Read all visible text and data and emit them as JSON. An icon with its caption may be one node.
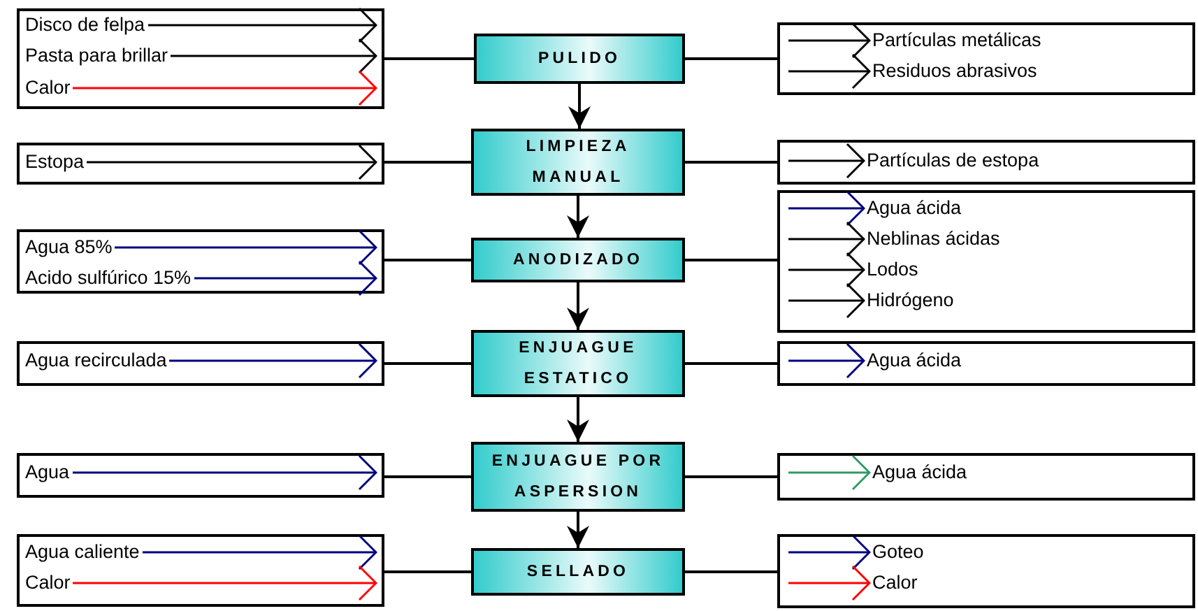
{
  "diagram": {
    "nodes": [
      {
        "text": [],
        "shape": "box"
      },
      {
        "text": [
          "Disco de felpa"
        ],
        "in": 0
      },
      {
        "text": [
          "Pasta para brillar"
        ],
        "in": 0
      },
      {
        "text": [
          "Calor"
        ],
        "in": 0
      },
      {
        "text": [
          "PULIDO"
        ]
      },
      {
        "text": [],
        "shape": "box"
      },
      {
        "text": [
          "Partículas metálicas"
        ],
        "in": 5
      },
      {
        "text": [
          "Residuos abrasivos"
        ],
        "in": 5
      },
      {
        "text": [],
        "shape": "box"
      },
      {
        "text": [
          "Estopa"
        ],
        "in": 8
      },
      {
        "text": [
          "LIMPIEZA MANUAL"
        ]
      },
      {
        "text": [],
        "shape": "box"
      },
      {
        "text": [
          "Partículas de estopa"
        ],
        "in": 11
      },
      {
        "text": [],
        "shape": "box"
      },
      {
        "text": [
          "Agua 85%"
        ],
        "in": 13
      },
      {
        "text": [
          "Acido sulfúrico 15%"
        ],
        "in": 13
      },
      {
        "text": [
          "ANODIZADO"
        ]
      },
      {
        "text": [],
        "shape": "box"
      },
      {
        "text": [
          "Agua ácida"
        ],
        "in": 17
      },
      {
        "text": [
          "Neblinas ácidas"
        ],
        "in": 17
      },
      {
        "text": [
          "Lodos"
        ],
        "in": 17
      },
      {
        "text": [
          "Hidrógeno"
        ],
        "in": 17
      },
      {
        "text": [],
        "shape": "box"
      },
      {
        "text": [
          "Agua recirculada"
        ],
        "in": 22
      },
      {
        "text": [
          "ENJUAGUE ESTATICO"
        ]
      },
      {
        "text": [],
        "shape": "box"
      },
      {
        "text": [
          "Agua ácida"
        ],
        "in": 25
      },
      {
        "text": [],
        "shape": "box"
      },
      {
        "text": [
          "Agua"
        ],
        "in": 27
      },
      {
        "text": [
          "ENJUAGUE POR ASPERSION"
        ]
      },
      {
        "text": [],
        "shape": "box"
      },
      {
        "text": [
          "Agua ácida"
        ],
        "in": 30
      },
      {
        "text": [],
        "shape": "box"
      },
      {
        "text": [
          "Agua caliente"
        ],
        "in": 32
      },
      {
        "text": [
          "Calor"
        ],
        "in": 32
      },
      {
        "text": [
          "SELLADO"
        ]
      },
      {
        "text": [],
        "shape": "box"
      },
      {
        "text": [
          "Goteo"
        ],
        "in": 36
      },
      {
        "text": [
          "Calor"
        ],
        "in": 36
      }
    ],
    "edges": [
      {
        "from": 1,
        "to": null,
        "arrow": "to"
      },
      {
        "from": 2,
        "to": null,
        "arrow": "to"
      },
      {
        "from": 3,
        "to": null,
        "arrow": "to",
        "color": "#ff0000"
      },
      {
        "from": 0,
        "to": 4,
        "arrow": "none"
      },
      {
        "from": 4,
        "to": 5,
        "arrow": "none"
      },
      {
        "from": null,
        "to": 6,
        "arrow": "to"
      },
      {
        "from": null,
        "to": 7,
        "arrow": "to"
      },
      {
        "from": 4,
        "to": 10,
        "arrow": "to"
      },
      {
        "from": 9,
        "to": null,
        "arrow": "to"
      },
      {
        "from": 8,
        "to": 10,
        "arrow": "none"
      },
      {
        "from": 10,
        "to": 11,
        "arrow": "none"
      },
      {
        "from": null,
        "to": 12,
        "arrow": "to"
      },
      {
        "from": 10,
        "to": 16,
        "arrow": "to"
      },
      {
        "from": 14,
        "to": null,
        "arrow": "to",
        "color": "#000080"
      },
      {
        "from": 15,
        "to": null,
        "arrow": "to",
        "color": "#000080"
      },
      {
        "from": 13,
        "to": 16,
        "arrow": "none"
      },
      {
        "from": 16,
        "to": 17,
        "arrow": "none"
      },
      {
        "from": null,
        "to": 18,
        "arrow": "to",
        "color": "#000080"
      },
      {
        "from": null,
        "to": 19,
        "arrow": "to"
      },
      {
        "from": null,
        "to": 20,
        "arrow": "to"
      },
      {
        "from": null,
        "to": 21,
        "arrow": "to"
      },
      {
        "from": 16,
        "to": 24,
        "arrow": "to"
      },
      {
        "from": 23,
        "to": null,
        "arrow": "to",
        "color": "#000080"
      },
      {
        "from": 22,
        "to": 24,
        "arrow": "none"
      },
      {
        "from": 24,
        "to": 25,
        "arrow": "none"
      },
      {
        "from": null,
        "to": 26,
        "arrow": "to",
        "color": "#000080"
      },
      {
        "from": 24,
        "to": 29,
        "arrow": "to"
      },
      {
        "from": 28,
        "to": null,
        "arrow": "to",
        "color": "#000080"
      },
      {
        "from": 27,
        "to": 29,
        "arrow": "none"
      },
      {
        "from": 29,
        "to": 30,
        "arrow": "none"
      },
      {
        "from": null,
        "to": 31,
        "arrow": "to",
        "color": "#339966"
      },
      {
        "from": 29,
        "to": 35,
        "arrow": "to"
      },
      {
        "from": 33,
        "to": null,
        "arrow": "to",
        "color": "#000080"
      },
      {
        "from": 34,
        "to": null,
        "arrow": "to",
        "color": "#ff0000"
      },
      {
        "from": 32,
        "to": 35,
        "arrow": "none"
      },
      {
        "from": 35,
        "to": 36,
        "arrow": "none"
      },
      {
        "from": null,
        "to": 37,
        "arrow": "to",
        "color": "#000080"
      },
      {
        "from": null,
        "to": 38,
        "arrow": "to",
        "color": "#ff0000"
      }
    ]
  }
}
